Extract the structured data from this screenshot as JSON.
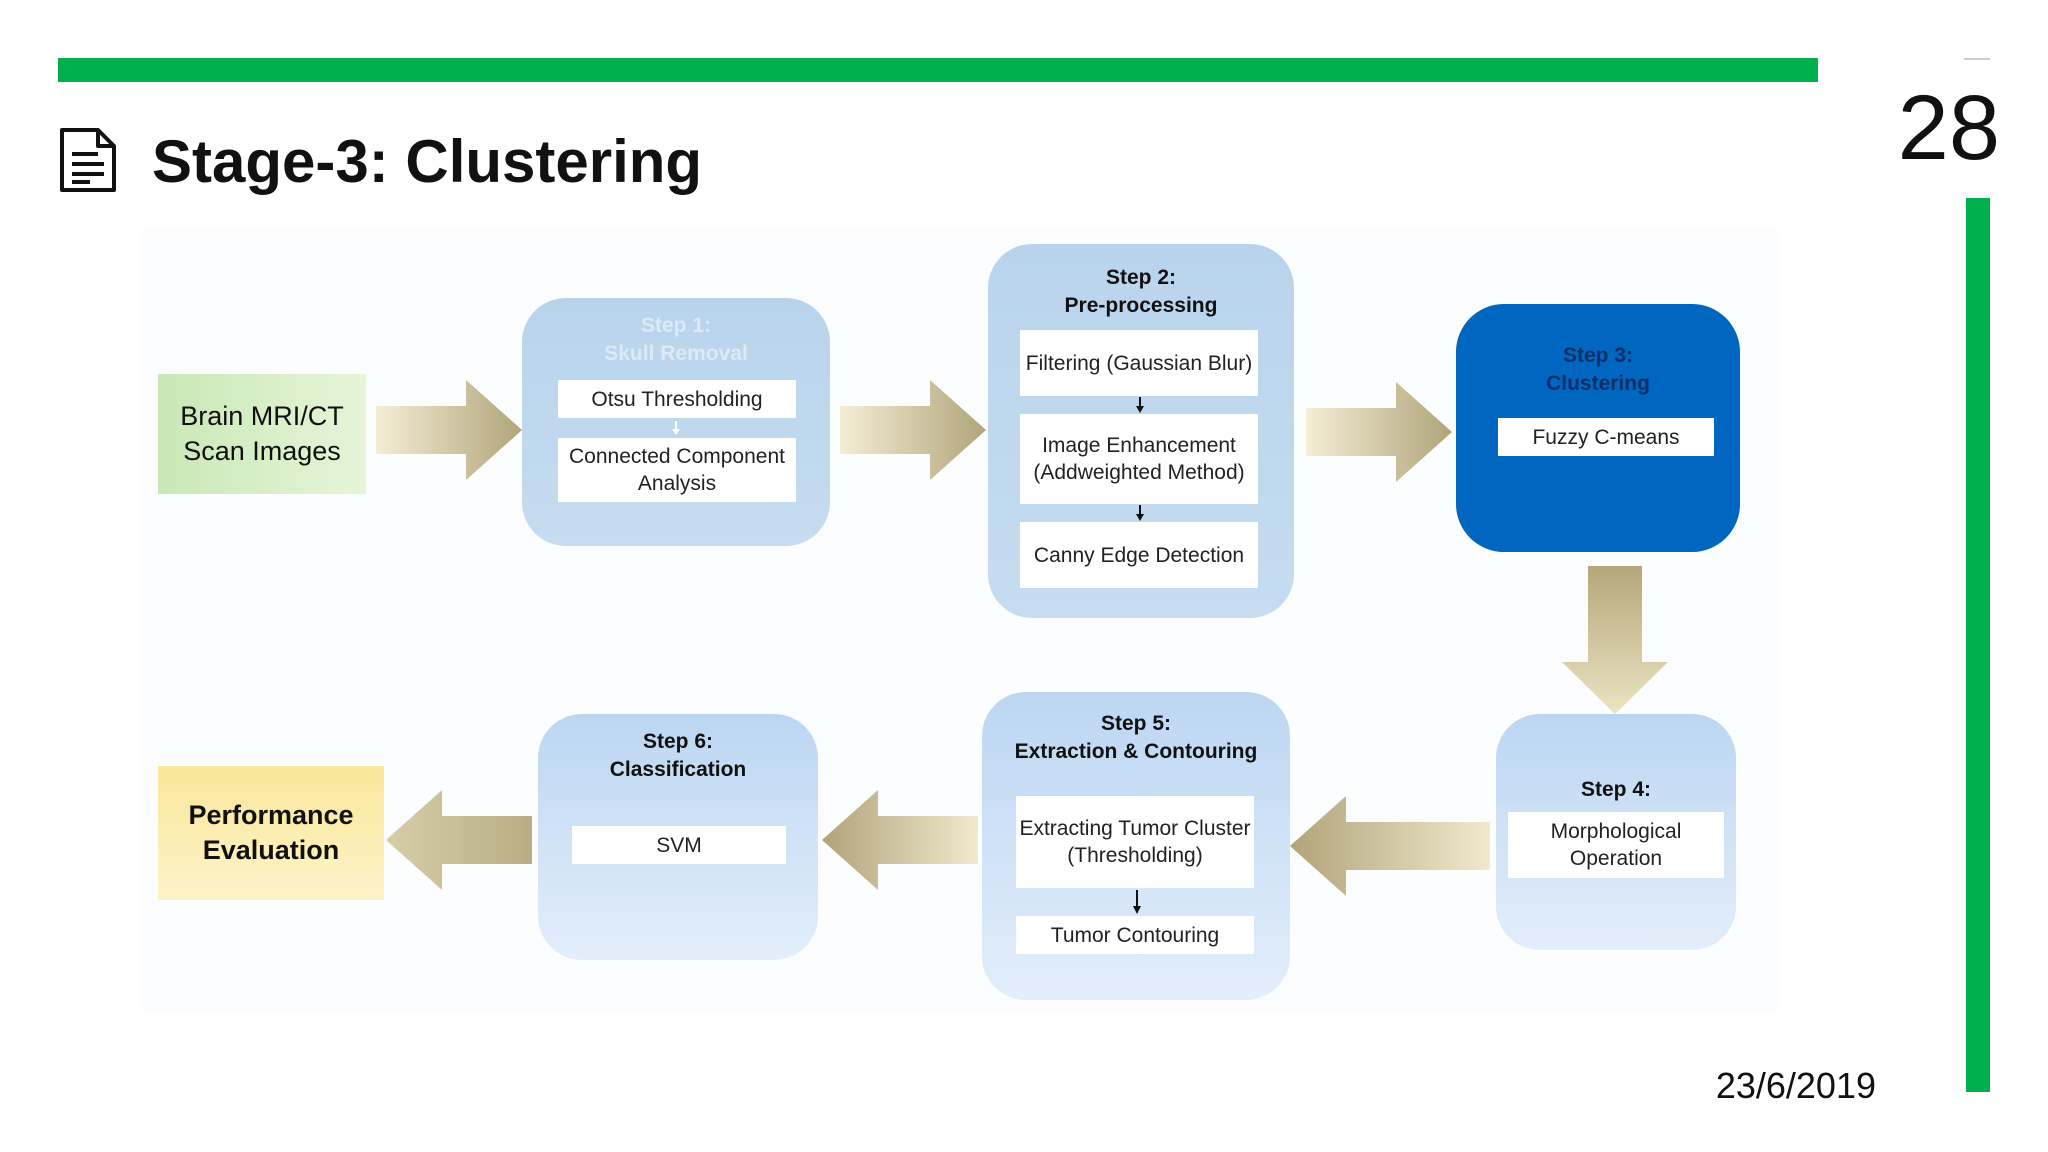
{
  "slide": {
    "title": "Stage-3: Clustering",
    "page_number": "28",
    "date": "23/6/2019",
    "icon": "document-icon",
    "accent_color": "#00b04f"
  },
  "diagram": {
    "input": "Brain MRI/CT Scan Images",
    "output": "Performance Evaluation",
    "step1": {
      "heading": "Step 1:",
      "title": "Skull Removal",
      "items": [
        "Otsu Thresholding",
        "Connected Component Analysis"
      ]
    },
    "step2": {
      "heading": "Step 2:",
      "title": "Pre-processing",
      "items": [
        "Filtering (Gaussian Blur)",
        "Image Enhancement (Addweighted Method)",
        "Canny Edge Detection"
      ]
    },
    "step3": {
      "heading": "Step 3:",
      "title": "Clustering",
      "items": [
        "Fuzzy C-means"
      ]
    },
    "step4": {
      "heading": "Step 4:",
      "items": [
        "Morphological Operation"
      ]
    },
    "step5": {
      "heading": "Step 5:",
      "title": "Extraction & Contouring",
      "items": [
        "Extracting Tumor Cluster (Thresholding)",
        "Tumor Contouring"
      ]
    },
    "step6": {
      "heading": "Step 6:",
      "title": "Classification",
      "items": [
        "SVM"
      ]
    }
  }
}
